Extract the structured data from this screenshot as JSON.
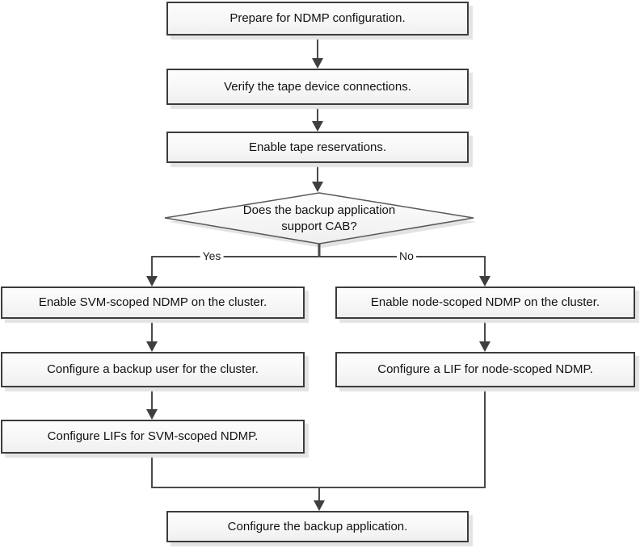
{
  "nodes": {
    "prepare": {
      "label": "Prepare for NDMP configuration."
    },
    "verify_tape": {
      "label": "Verify the tape device connections."
    },
    "enable_reservations": {
      "label": "Enable tape reservations."
    },
    "cab_decision": {
      "label": "Does the backup application support CAB?"
    },
    "enable_svm_ndmp": {
      "label": "Enable SVM-scoped NDMP on the cluster."
    },
    "configure_backup_user": {
      "label": "Configure a backup user for the cluster."
    },
    "configure_lifs_svm": {
      "label": "Configure LIFs for SVM-scoped NDMP."
    },
    "enable_node_ndmp": {
      "label": "Enable node-scoped NDMP on the cluster."
    },
    "configure_lif_node": {
      "label": "Configure a LIF for node-scoped NDMP."
    },
    "configure_backup_app": {
      "label": "Configure the backup application."
    }
  },
  "edge_labels": {
    "yes": "Yes",
    "no": "No"
  },
  "colors": {
    "node_border": "#3b3b3b",
    "node_fill_top": "#fdfdfd",
    "node_fill_bottom": "#efefef",
    "connector": "#4a4a4a",
    "arrowhead": "#3f3f3f",
    "shadow": "#e3e3e3",
    "text": "#111111"
  }
}
